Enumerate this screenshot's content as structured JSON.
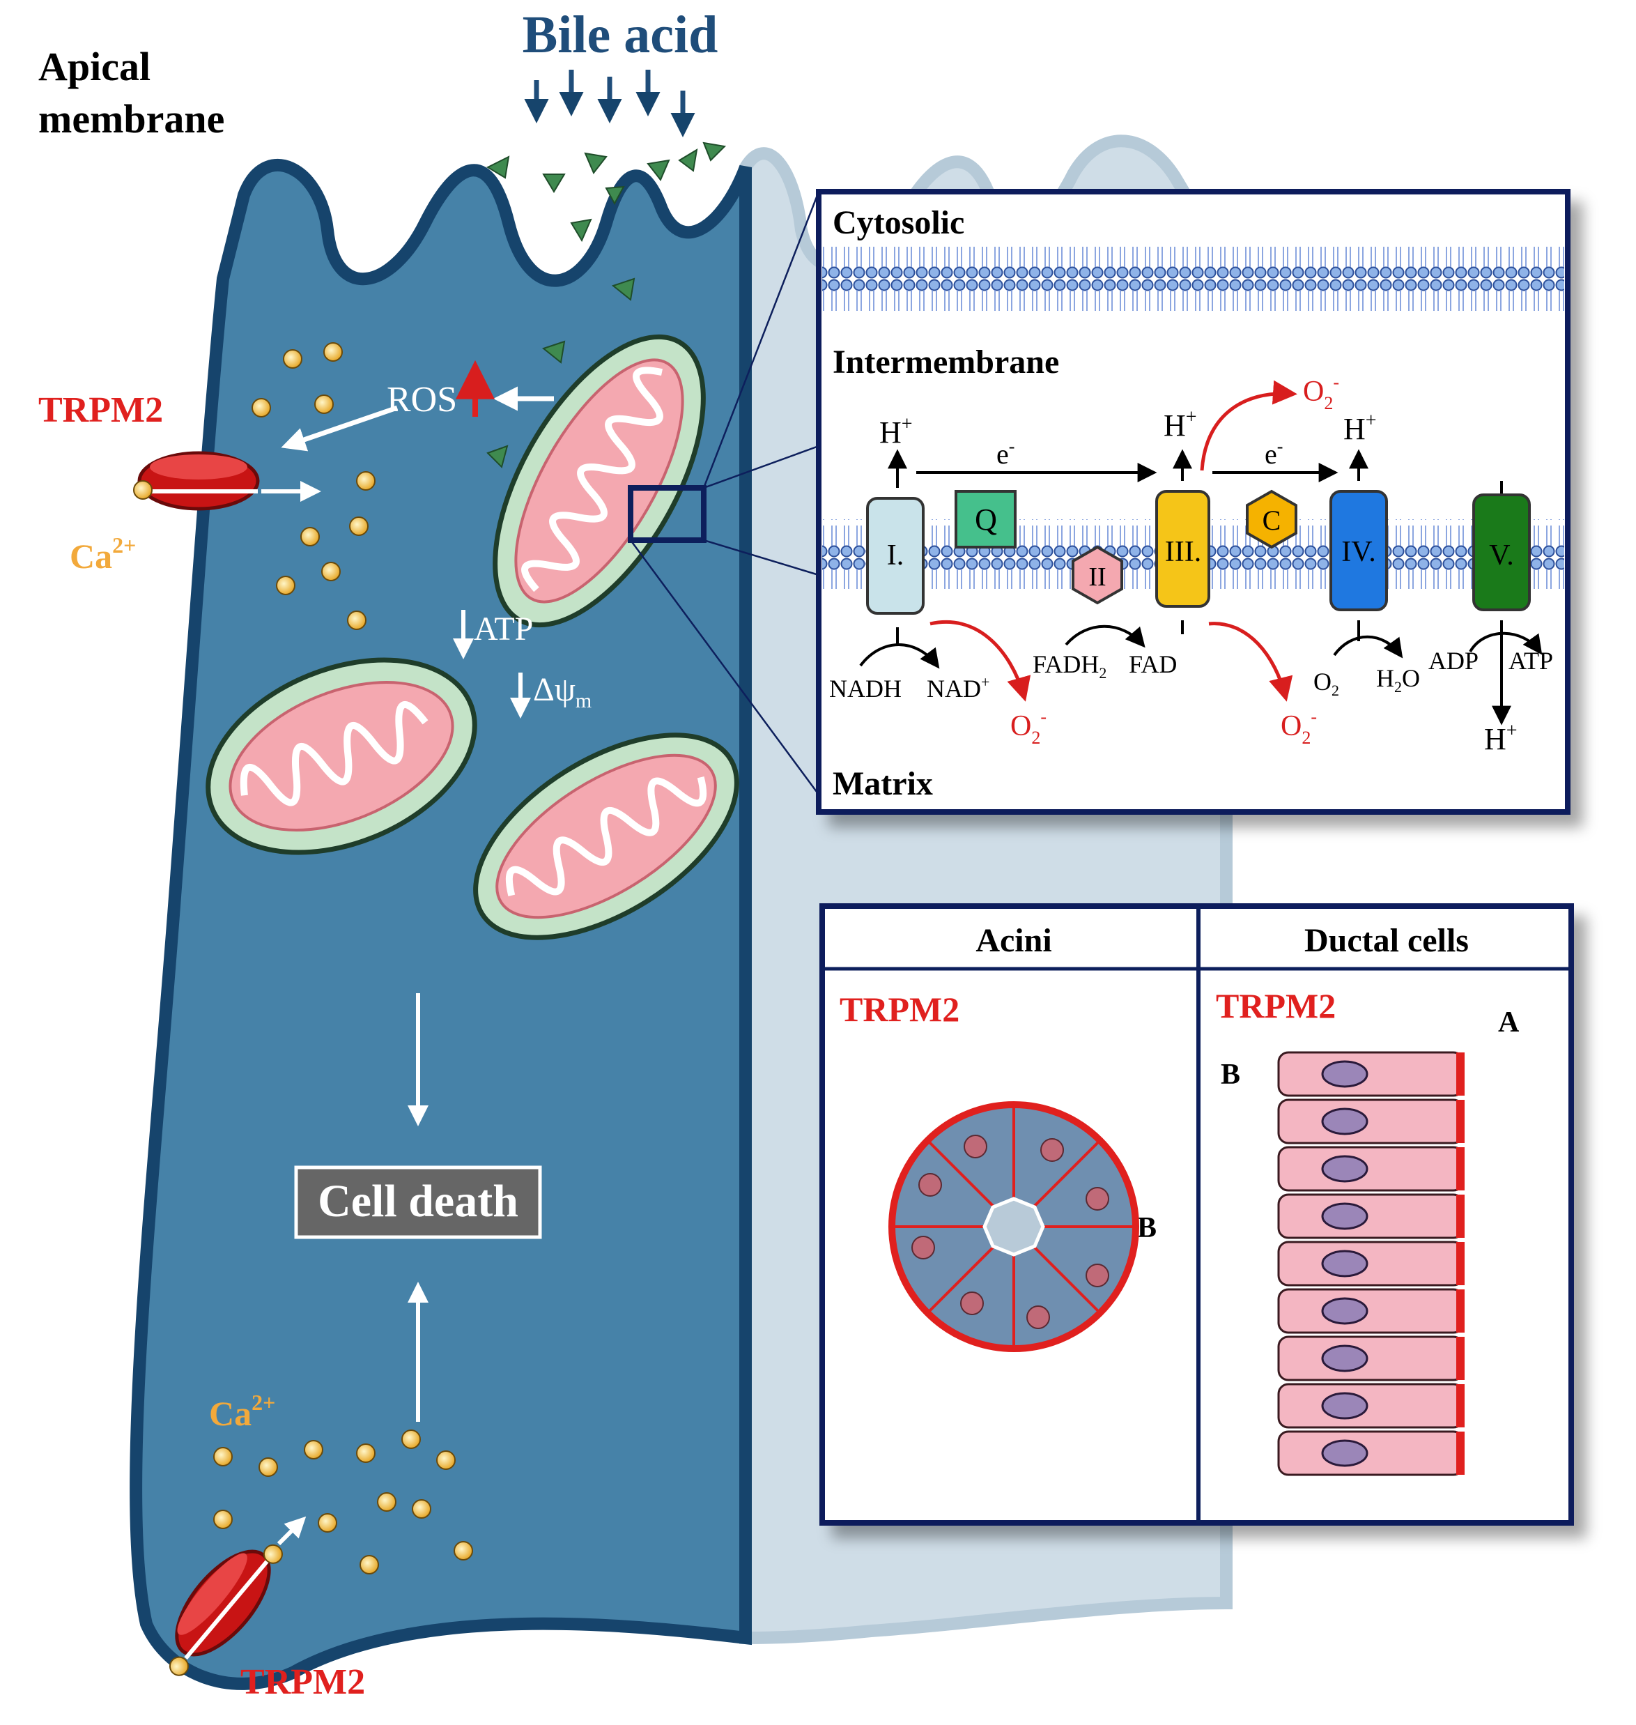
{
  "header": {
    "bile_acid": "Bile acid",
    "apical_line1": "Apical",
    "apical_line2": "membrane"
  },
  "cell": {
    "trpm2_top": "TRPM2",
    "ca_top": "Ca",
    "ca_top_sup": "2+",
    "ros": "ROS",
    "atp": "ATP",
    "delta_psi": "Δψ",
    "delta_psi_sub": "m",
    "cell_death": "Cell death",
    "ca_bottom": "Ca",
    "ca_bottom_sup": "2+",
    "trpm2_bottom": "TRPM2"
  },
  "etc_panel": {
    "cytosolic": "Cytosolic",
    "intermembrane": "Intermembrane",
    "matrix": "Matrix",
    "complexes": [
      "I.",
      "III.",
      "IV.",
      "V."
    ],
    "complex_colors": [
      "#c9e3ea",
      "#f5c518",
      "#1f78e0",
      "#1a7a1a"
    ],
    "q_label": "Q",
    "c_label": "C",
    "ii_label": "II",
    "h_label": "H",
    "h_sup": "+",
    "e_label": "e",
    "e_sup": "-",
    "o2_label": "O",
    "o2_sub": "2",
    "o2_sup": "-",
    "nadh": "NADH",
    "nad": "NAD",
    "nad_sup": "+",
    "fadh2": "FADH",
    "fadh2_sub": "2",
    "fad": "FAD",
    "o2_plain": "O",
    "o2_plain_sub": "2",
    "h2o": "H",
    "h2o_sub": "2",
    "h2o_o": "O",
    "adp": "ADP",
    "atp": "ATP"
  },
  "tissue_panel": {
    "col1_header": "Acini",
    "col2_header": "Ductal cells",
    "trpm2_left": "TRPM2",
    "trpm2_right": "TRPM2",
    "label_b_left": "B",
    "label_b_right": "B",
    "label_a": "A"
  },
  "colors": {
    "cell_dark": "#4682a8",
    "cell_border": "#16446c",
    "trpm2_red": "#e0201e",
    "calcium": "#f2a93b",
    "navy": "#0d1f5c"
  }
}
